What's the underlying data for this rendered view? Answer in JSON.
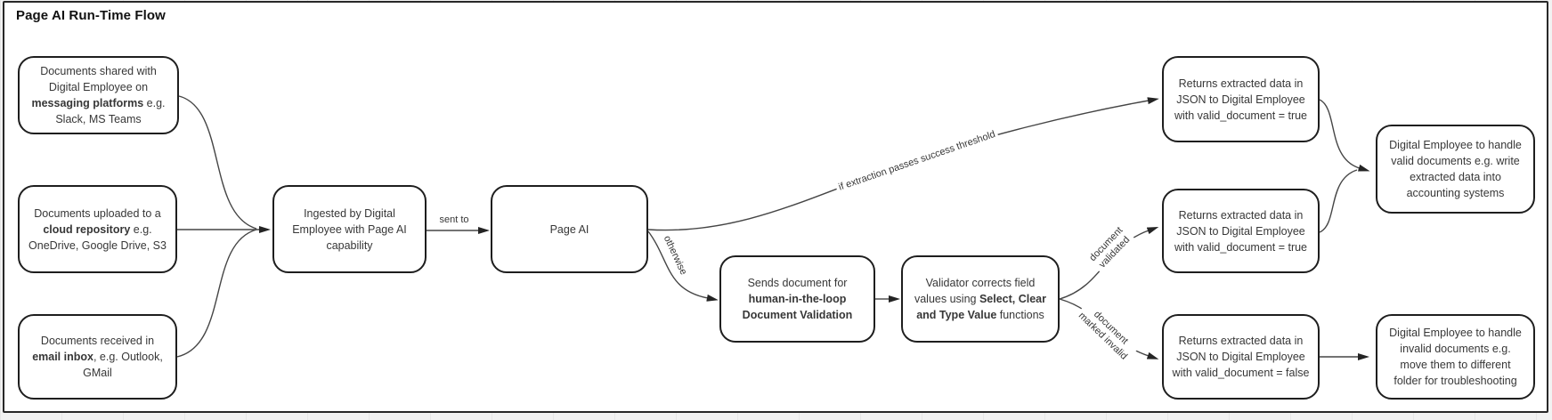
{
  "title": "Page AI Run-Time Flow",
  "nodes": {
    "docs_messaging": [
      {
        "t": "Documents shared with Digital Employee on "
      },
      {
        "t": "messaging platforms",
        "b": true
      },
      {
        "t": " e.g. Slack, MS Teams"
      }
    ],
    "docs_cloud": [
      {
        "t": "Documents uploaded to a "
      },
      {
        "t": "cloud repository",
        "b": true
      },
      {
        "t": " e.g. OneDrive, Google Drive, S3"
      }
    ],
    "docs_email": [
      {
        "t": "Documents received in "
      },
      {
        "t": "email inbox",
        "b": true
      },
      {
        "t": ", e.g. Outlook, GMail"
      }
    ],
    "ingested": [
      {
        "t": "Ingested by Digital Employee with Page AI capability"
      }
    ],
    "page_ai": [
      {
        "t": "Page AI"
      }
    ],
    "send_validation": [
      {
        "t": "Sends document for "
      },
      {
        "t": "human-in-the-loop Document Validation",
        "b": true
      }
    ],
    "validator": [
      {
        "t": "Validator corrects field values using "
      },
      {
        "t": "Select, Clear and Type Value",
        "b": true
      },
      {
        "t": " functions"
      }
    ],
    "returns_true_top": [
      {
        "t": "Returns extracted data in JSON to Digital Employee with valid_document = true"
      }
    ],
    "returns_true_mid": [
      {
        "t": "Returns extracted data in JSON to Digital Employee with valid_document = true"
      }
    ],
    "returns_false": [
      {
        "t": "Returns extracted data in JSON to Digital Employee with valid_document = false"
      }
    ],
    "handle_valid": [
      {
        "t": "Digital Employee to handle valid documents e.g. write extracted data into accounting systems"
      }
    ],
    "handle_invalid": [
      {
        "t": "Digital Employee to handle invalid documents e.g. move them to different folder for troubleshooting"
      }
    ]
  },
  "edge_labels": {
    "sent_to": "sent to",
    "success_threshold": "if extraction passes success threshold",
    "otherwise": "otherwise",
    "validated_lines": [
      "document",
      "validated"
    ],
    "marked_invalid_lines": [
      "document",
      "marked invalid"
    ]
  },
  "colors": {
    "frame_border": "#282828",
    "node_border": "#1e1e1e",
    "node_fill": "#ffffff",
    "edge_line": "#454545",
    "arrow_fill": "#242424",
    "text": "#373737",
    "title": "#111111"
  }
}
